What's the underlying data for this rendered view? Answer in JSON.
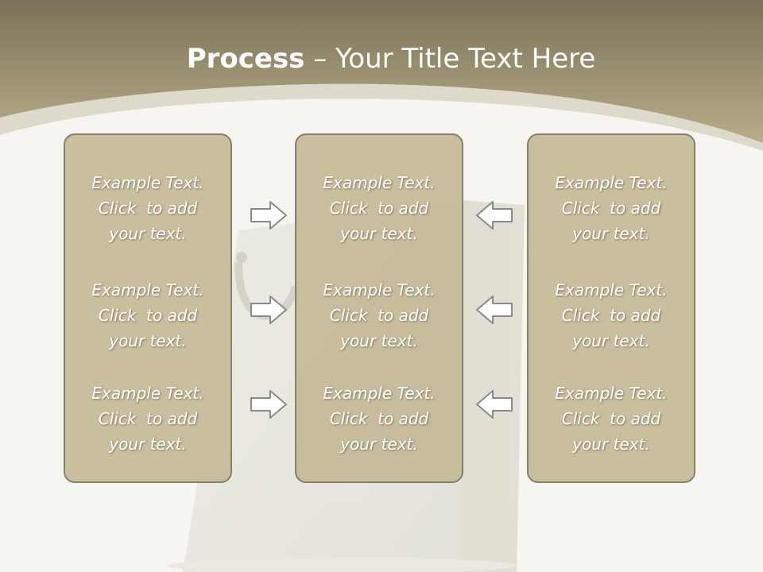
{
  "colors": {
    "header_top": "#7d755c",
    "header_bottom": "#b7ab88",
    "panel_fill": "#c4b997",
    "panel_border": "#858068",
    "background": "#f6f5f1"
  },
  "slide": {
    "title": {
      "bold": "Process",
      "rest": " – Your Title Text Here"
    },
    "columns": [
      {
        "blocks": [
          {
            "line1": "Example Text.",
            "line2": "Click  to add",
            "line3": "your text."
          },
          {
            "line1": "Example Text.",
            "line2": "Click  to add",
            "line3": "your text."
          },
          {
            "line1": "Example Text.",
            "line2": "Click  to add",
            "line3": "your text."
          }
        ]
      },
      {
        "blocks": [
          {
            "line1": "Example Text.",
            "line2": "Click  to add",
            "line3": "your text."
          },
          {
            "line1": "Example Text.",
            "line2": "Click  to add",
            "line3": "your text."
          },
          {
            "line1": "Example Text.",
            "line2": "Click  to add",
            "line3": "your text."
          }
        ]
      },
      {
        "blocks": [
          {
            "line1": "Example Text.",
            "line2": "Click  to add",
            "line3": "your text."
          },
          {
            "line1": "Example Text.",
            "line2": "Click  to add",
            "line3": "your text."
          },
          {
            "line1": "Example Text.",
            "line2": "Click  to add",
            "line3": "your text."
          }
        ]
      }
    ],
    "arrows": {
      "left_group_direction": "right",
      "right_group_direction": "left",
      "icon": "block-arrow-icon"
    },
    "background_image": "shopping-bag"
  }
}
